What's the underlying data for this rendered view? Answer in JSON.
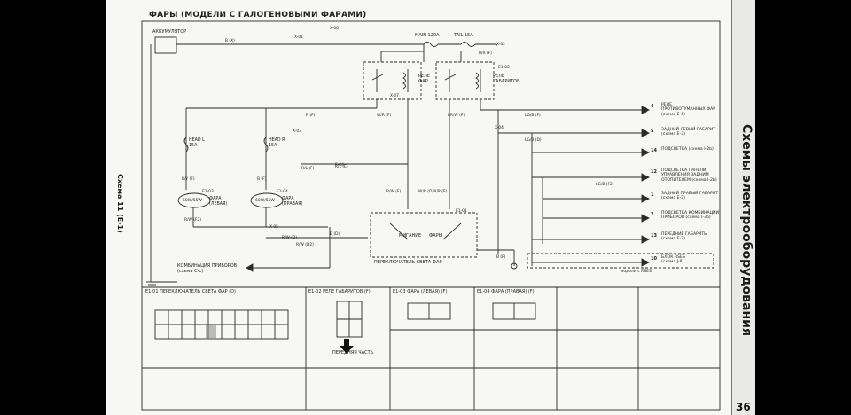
{
  "title": "ФАРЫ (МОДЕЛИ С ГАЛОГЕНОВЫМИ ФАРАМИ)",
  "side_caption": "Схемы электрооборудования",
  "page_number": "36",
  "scheme_caption": "Схема 11 (E-1)",
  "battery": "АККУМУЛЯТОР",
  "fuses": {
    "main": "MAIN 120A",
    "tail": "TAIL 15A",
    "head_l": "HEAD L\n15A",
    "head_r": "HEAD R\n15A"
  },
  "relays": {
    "headlight": "РЕЛЕ\nФАР",
    "parking": "РЕЛЕ\nГАБАРИТОВ"
  },
  "lamps": {
    "left": "ФАРА\n(ЛЕВАЯ)",
    "right": "ФАРА\n(ПРАВАЯ)",
    "rating": "60W/55W"
  },
  "switch": {
    "label": "ПЕРЕКЛЮЧАТЕЛЬ СВЕТА ФАР",
    "flash": "МИГАНИЕ",
    "headlights": "ФАРЫ"
  },
  "cluster": "КОМБИНАЦИЯ ПРИБОРОВ\n(схема С-с)",
  "loads": [
    {
      "num": "4",
      "text": "РЕЛЕ\nПРОТИВОТУМАННЫХ ФАР\n(схема Е-4)"
    },
    {
      "num": "5",
      "text": "ЗАДНИЙ ЛЕВЫЙ ГАБАРИТ\n(схема Е-3)"
    },
    {
      "num": "14",
      "text": "ПОДСВЕТКА (схема I-2b)"
    },
    {
      "num": "12",
      "text": "ПОДСВЕТКА ПАНЕЛИ\nУПРАВЛЕНИЯ ЗАДНИМ\nОТОПИТЕЛЕМ (схема I-2b)"
    },
    {
      "num": "1",
      "text": "ЗАДНИЙ ПРАВЫЙ ГАБАРИТ\n(схема Е-3)"
    },
    {
      "num": "2",
      "text": "ПОДСВЕТКА КОМБИНАЦИИ\nПРИБОРОВ (схема I-3b)"
    },
    {
      "num": "13",
      "text": "ПЕРЕДНИЕ ГАБАРИТЫ\n(схема Е-2)"
    },
    {
      "num": "10",
      "text": "БЛОК RSES\n(схема J-8)"
    }
  ],
  "rses_note": "модели с RSES",
  "connectors": {
    "c1": "E1-01 ПЕРЕКЛЮЧАТЕЛЬ СВЕТА ФАР (D)",
    "c2": "E1-02 РЕЛЕ ГАБАРИТОВ (F)",
    "c3": "E1-03 ФАРА (ЛЕВАЯ) (F)",
    "c4": "E1-04 ФАРА (ПРАВАЯ) (F)",
    "front_note": "ПЕРЕДНЯЯ ЧАСТЬ"
  },
  "wire_labels": [
    "B (X)",
    "B/R (F)",
    "R (F)",
    "R/L (F)",
    "W/R (F)",
    "BR/W (F)",
    "LG/B (F)",
    "LG/B (D)",
    "LG/B (F2)",
    "R/W (D)",
    "R/W (D2)",
    "R/W (F)",
    "W/R (D)",
    "W/R (F)",
    "R/L (E)",
    "B (F)",
    "B (D)",
    "R/Y (F)",
    "R/W (F2)",
    "B (F)"
  ],
  "connector_ids": [
    "X-01",
    "X-02",
    "X-03",
    "X-04",
    "X-05",
    "X-06",
    "X-07",
    "E-04",
    "E1-01",
    "E1-02",
    "E1-03",
    "E1-04"
  ],
  "colors": {
    "line": "#2a2a2a",
    "page": "#f7f7f5",
    "background": "#000000"
  }
}
